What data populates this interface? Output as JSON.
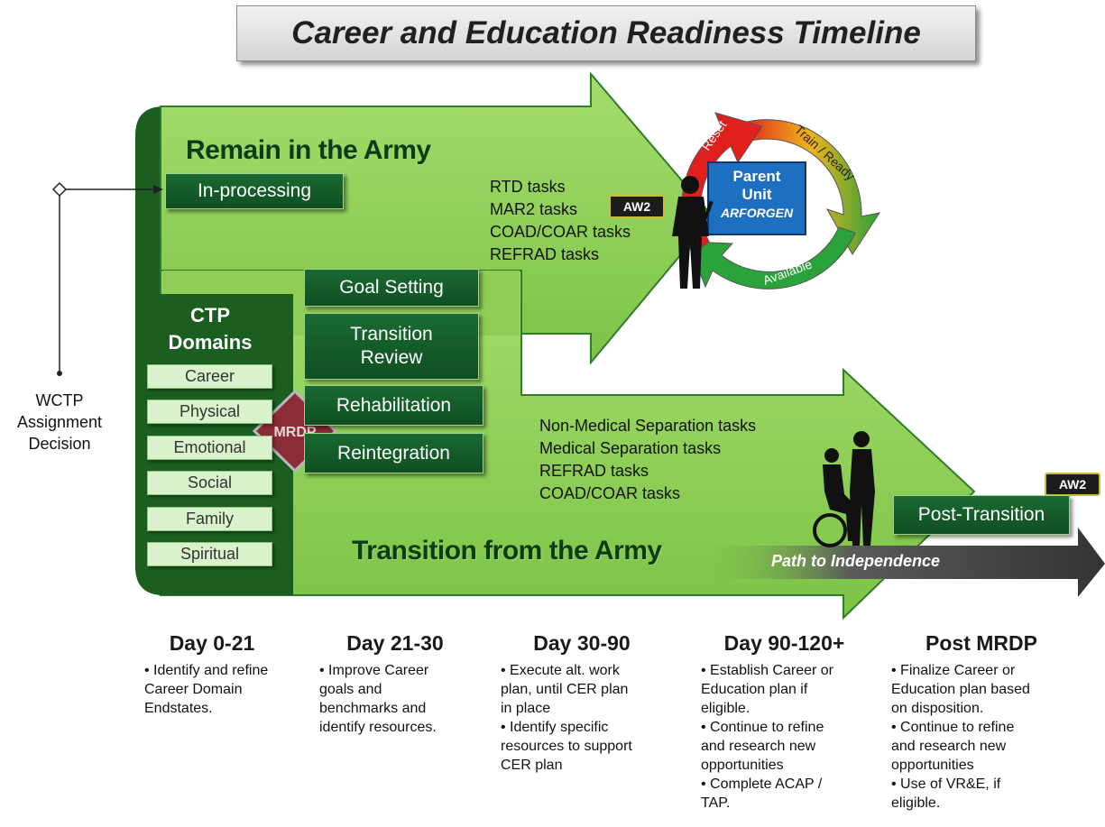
{
  "title": "Career and Education Readiness Timeline",
  "remain_heading": "Remain in the Army",
  "transition_heading": "Transition from the Army",
  "in_processing": "In-processing",
  "decision_label": [
    "WCTP",
    "Assignment",
    "Decision"
  ],
  "domains": {
    "title_line1": "CTP",
    "title_line2": "Domains",
    "items": [
      "Career",
      "Physical",
      "Emotional",
      "Social",
      "Family",
      "Spiritual"
    ]
  },
  "mrdp_label": "MRDP",
  "phases": {
    "goal_setting": "Goal Setting",
    "transition_review": [
      "Transition",
      "Review"
    ],
    "rehabilitation": "Rehabilitation",
    "reintegration": "Reintegration"
  },
  "remain_tasks": [
    "RTD tasks",
    "MAR2 tasks",
    "COAD/COAR tasks",
    "REFRAD tasks"
  ],
  "transition_tasks": [
    "Non-Medical Separation tasks",
    "Medical Separation tasks",
    "REFRAD tasks",
    "COAD/COAR tasks"
  ],
  "aw2_badge": "AW2",
  "cycle": {
    "reset": "Reset",
    "train_ready": "Train / Ready",
    "available": "Available",
    "parent_unit": [
      "Parent",
      "Unit"
    ],
    "arforgen": "ARFORGEN"
  },
  "post_transition": "Post-Transition",
  "path_label": "Path to Independence",
  "timeline": [
    {
      "heading": "Day 0-21",
      "lines": [
        "• Identify and refine",
        "Career Domain",
        "Endstates."
      ]
    },
    {
      "heading": "Day 21-30",
      "lines": [
        "• Improve Career",
        "goals and",
        "benchmarks and",
        "identify resources."
      ]
    },
    {
      "heading": "Day 30-90",
      "lines": [
        "• Execute alt. work",
        "plan, until CER plan",
        "in place",
        "• Identify specific",
        "resources to support",
        "CER plan"
      ]
    },
    {
      "heading": "Day 90-120+",
      "lines": [
        "• Establish Career or",
        "Education plan if",
        "eligible.",
        "•  Continue to refine",
        "and research new",
        "opportunities",
        "• Complete ACAP /",
        "TAP."
      ]
    },
    {
      "heading": "Post MRDP",
      "lines": [
        "• Finalize Career or",
        "Education plan based",
        "on disposition.",
        "•  Continue to refine",
        "and research new",
        "opportunities",
        "• Use of VR&E, if",
        "eligible."
      ]
    }
  ],
  "colors": {
    "arrow_light": "#94d35c",
    "arrow_dark": "#1b5e20",
    "box_green": "#14602a",
    "mrdp": "#8b2c36",
    "parent_unit": "#1d6fc2",
    "reset": "#e0201c",
    "available": "#2aa33a",
    "path_bar": "#3a3a3a"
  }
}
